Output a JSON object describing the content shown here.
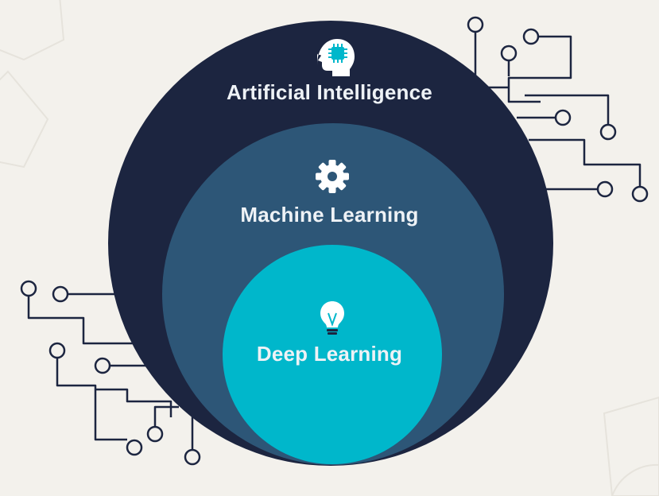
{
  "colors": {
    "background": "#f3f1ec",
    "outer_circle": "#1c2540",
    "middle_circle": "#2d5677",
    "inner_circle": "#00b7cb",
    "circuit_lines": "#1c2540",
    "label_text": "#eef2f6",
    "accent": "#00b7cb"
  },
  "diagram": {
    "type": "nested-circles",
    "levels": [
      {
        "label": "Artificial Intelligence",
        "icon": "brain-chip-icon"
      },
      {
        "label": "Machine Learning",
        "icon": "gear-icon"
      },
      {
        "label": "Deep Learning",
        "icon": "lightbulb-icon"
      }
    ]
  }
}
